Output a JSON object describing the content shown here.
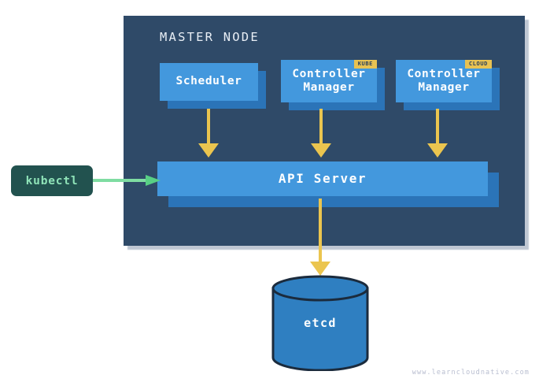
{
  "diagram": {
    "title": "MASTER NODE",
    "master_node": {
      "label": "MASTER NODE",
      "components": [
        {
          "id": "scheduler",
          "label": "Scheduler",
          "badge": null
        },
        {
          "id": "controller-manager-kube",
          "label": "Controller\nManager",
          "badge": "KUBE"
        },
        {
          "id": "controller-manager-cloud",
          "label": "Controller\nManager",
          "badge": "CLOUD"
        }
      ],
      "api_server": {
        "label": "API Server"
      }
    },
    "client": {
      "label": "kubectl"
    },
    "datastore": {
      "label": "etcd"
    },
    "watermark": "www.learncloudnative.com",
    "connections": [
      {
        "from": "scheduler",
        "to": "api-server",
        "color": "#ebc54f",
        "direction": "down"
      },
      {
        "from": "controller-manager-kube",
        "to": "api-server",
        "color": "#ebc54f",
        "direction": "down"
      },
      {
        "from": "controller-manager-cloud",
        "to": "api-server",
        "color": "#ebc54f",
        "direction": "down"
      },
      {
        "from": "api-server",
        "to": "etcd",
        "color": "#ebc54f",
        "direction": "down"
      },
      {
        "from": "kubectl",
        "to": "api-server",
        "color": "#7fdca2",
        "direction": "right"
      }
    ]
  },
  "colors": {
    "panel": "#2f4a68",
    "panel_shadow": "#8b9bb0",
    "box_front": "#4398dd",
    "box_back": "#2b74b8",
    "badge": "#e8c252",
    "badge_text": "#2a3f5c",
    "arrow_yellow": "#ebc54f",
    "arrow_green": "#7fdca2",
    "kubectl_bg": "#22524f",
    "kubectl_text": "#8fe3b8",
    "etcd_fill": "#2f7fc1",
    "etcd_stroke": "#1b2b3d",
    "background": "#ffffff",
    "watermark_text": "#b9bed0"
  }
}
